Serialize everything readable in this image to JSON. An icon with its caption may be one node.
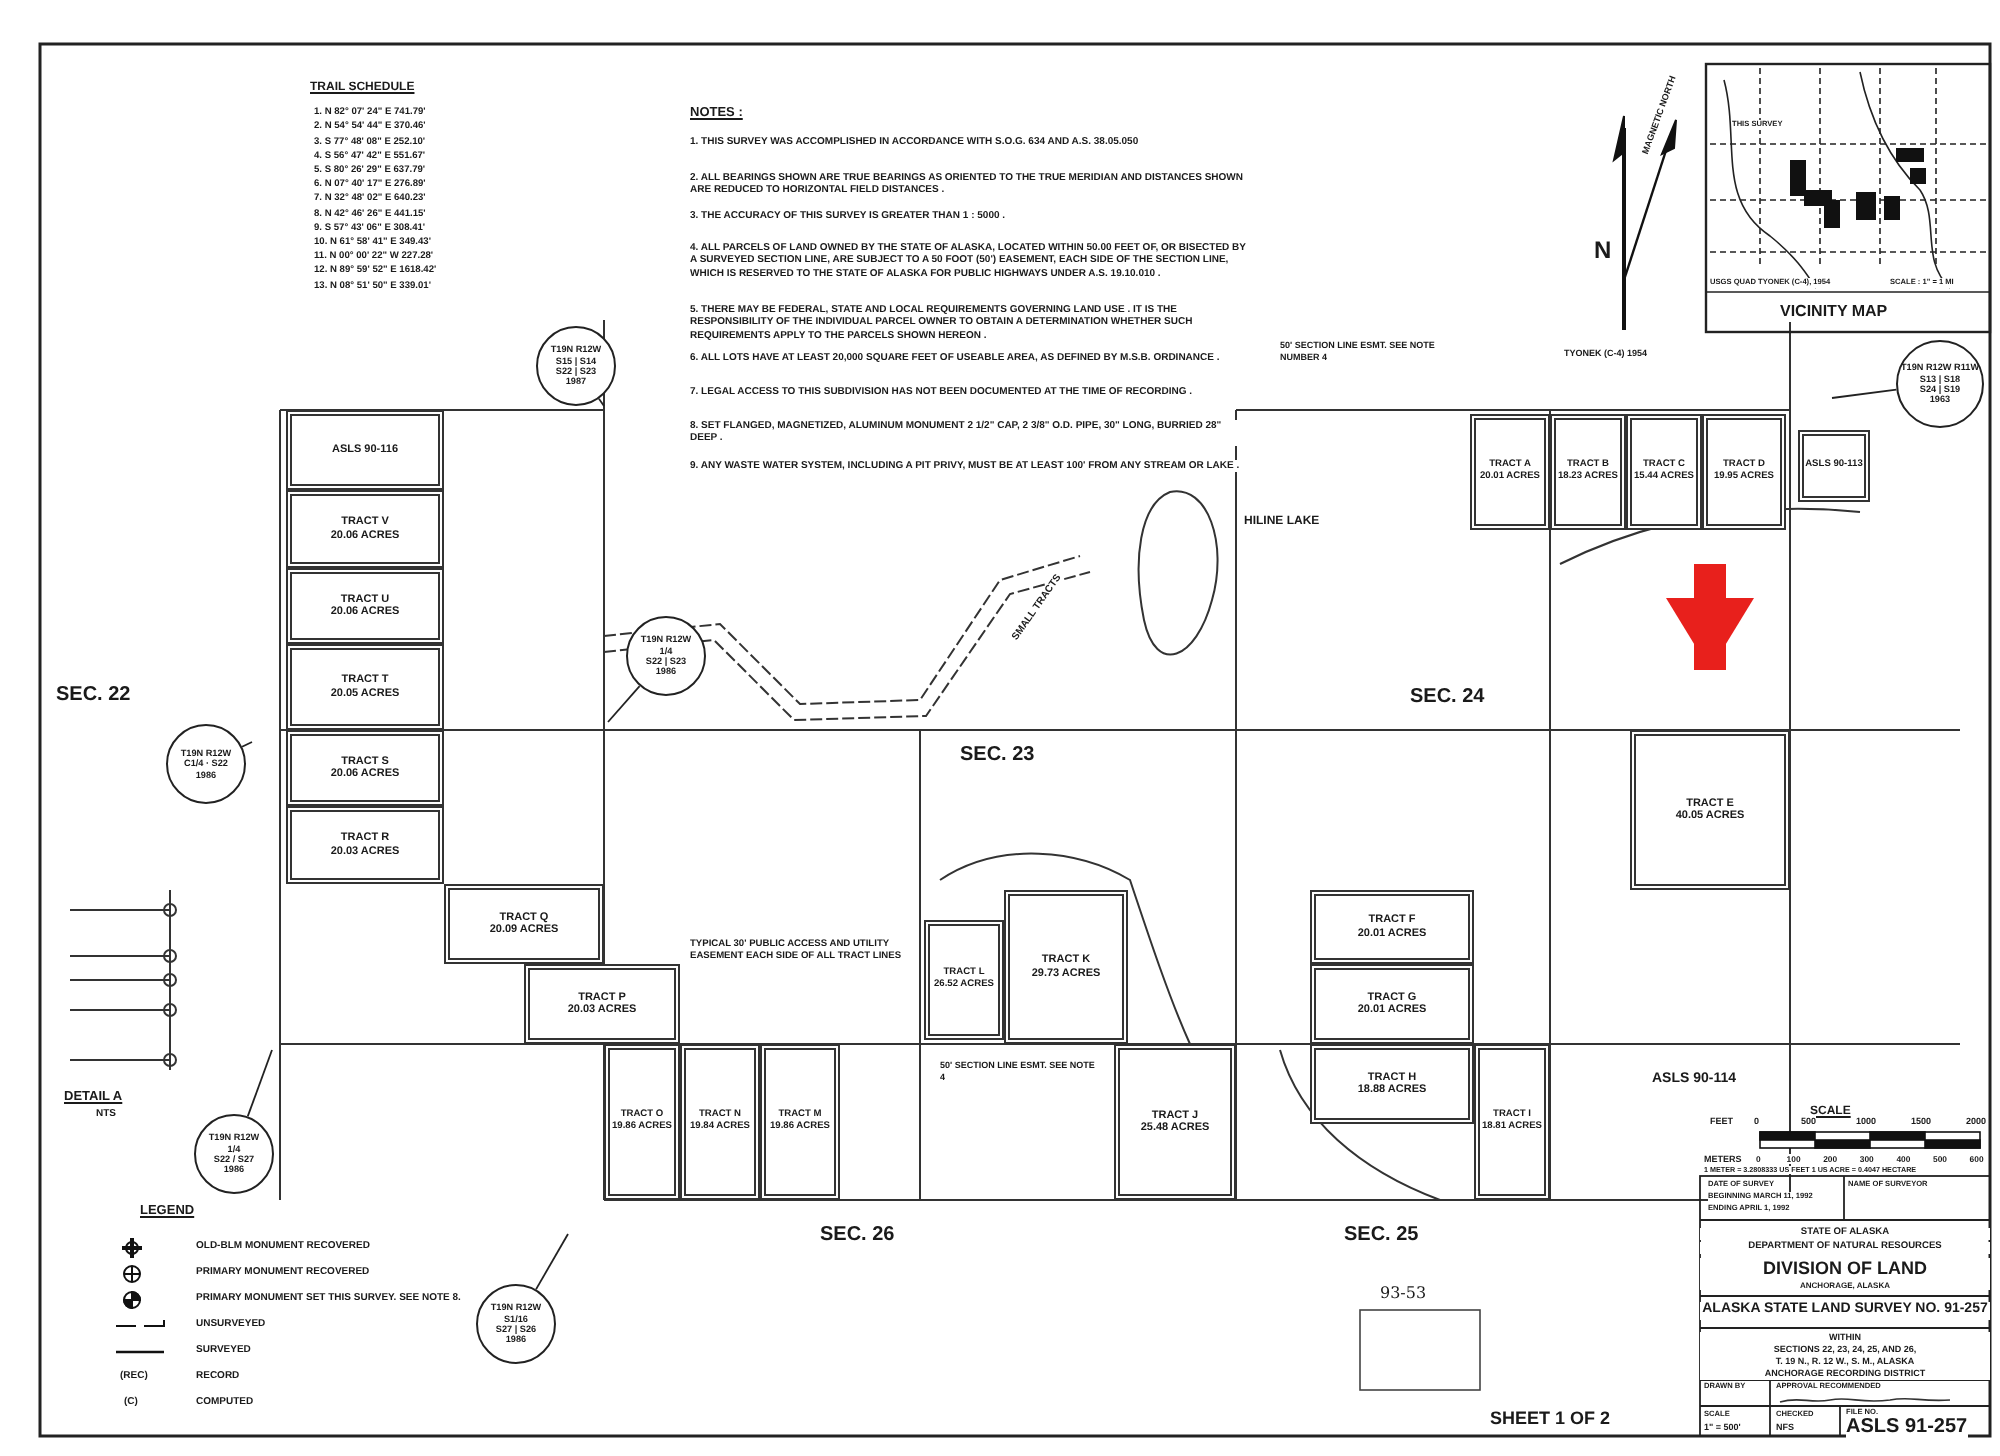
{
  "diagram": {
    "nodes": [
      {
        "text": [
          "ASLS 90-116"
        ]
      },
      {
        "text": [
          "TRACT V",
          "20.06 ACRES"
        ]
      },
      {
        "text": [
          "TRACT U",
          "20.06 ACRES"
        ]
      },
      {
        "text": [
          "TRACT T",
          "20.05 ACRES"
        ]
      },
      {
        "text": [
          "TRACT S",
          "20.06 ACRES"
        ]
      },
      {
        "text": [
          "TRACT R",
          "20.03 ACRES"
        ]
      },
      {
        "text": [
          "TRACT Q",
          "20.09 ACRES"
        ]
      },
      {
        "text": [
          "TRACT P",
          "20.03 ACRES"
        ]
      },
      {
        "text": [
          "TRACT O",
          "19.86 ACRES"
        ]
      },
      {
        "text": [
          "TRACT N",
          "19.84 ACRES"
        ]
      },
      {
        "text": [
          "TRACT M",
          "19.86 ACRES"
        ]
      },
      {
        "text": [
          "TRACT L",
          "26.52 ACRES"
        ]
      },
      {
        "text": [
          "TRACT K",
          "29.73 ACRES"
        ]
      },
      {
        "text": [
          "TRACT J",
          "25.48 ACRES"
        ]
      },
      {
        "text": [
          "TRACT F",
          "20.01 ACRES"
        ]
      },
      {
        "text": [
          "TRACT G",
          "20.01 ACRES"
        ]
      },
      {
        "text": [
          "TRACT H",
          "18.88 ACRES"
        ]
      },
      {
        "text": [
          "TRACT I",
          "18.81 ACRES"
        ]
      },
      {
        "text": [
          "TRACT E",
          "40.05 ACRES"
        ]
      },
      {
        "text": [
          "TRACT A",
          "20.01 ACRES"
        ]
      },
      {
        "text": [
          "TRACT B",
          "18.23 ACRES"
        ]
      },
      {
        "text": [
          "TRACT C",
          "15.44 ACRES"
        ]
      },
      {
        "text": [
          "TRACT D",
          "19.95 ACRES"
        ]
      },
      {
        "text": [
          "ASLS 90-113"
        ]
      },
      {
        "text": [
          "T19N R12W",
          "S15 | S14",
          "S22 | S23",
          "1987"
        ]
      },
      {
        "text": [
          "T19N R12W",
          "C1/4 · S22",
          "1986"
        ]
      },
      {
        "text": [
          "T19N R12W",
          "1/4",
          "S22 | S23",
          "1986"
        ]
      },
      {
        "text": [
          "T19N R12W",
          "1/4",
          "S22 / S27",
          "1986"
        ]
      },
      {
        "text": [
          "T19N R12W",
          "S1/16",
          "S27 | S26",
          "1986"
        ]
      },
      {
        "text": [
          "T19N R12W R11W",
          "S13 | S18",
          "S24 | S19",
          "1963"
        ]
      }
    ],
    "edges": [
      {
        "from": null,
        "to": 18,
        "arrow": "to",
        "style": "thick",
        "color": "#e8201c"
      },
      {
        "from": 24,
        "to": null,
        "arrow": "none"
      },
      {
        "from": 25,
        "to": null,
        "arrow": "none"
      },
      {
        "from": 26,
        "to": null,
        "arrow": "none"
      },
      {
        "from": 27,
        "to": null,
        "arrow": "none"
      },
      {
        "from": 28,
        "to": null,
        "arrow": "none"
      },
      {
        "from": 29,
        "to": null,
        "arrow": "none"
      }
    ],
    "labels": [
      "TRAIL SCHEDULE",
      "1. N 82° 07' 24\" E 741.79'",
      "2. N 54° 54' 44\" E 370.46'",
      "3. S 77° 48' 08\" E 252.10'",
      "4. S 56° 47' 42\" E 551.67'",
      "5. S 80° 26' 29\" E 637.79'",
      "6. N 07° 40' 17\" E 276.89'",
      "7. N 32° 48' 02\" E 640.23'",
      "8. N 42° 46' 26\" E 441.15'",
      "9. S 57° 43' 06\" E 308.41'",
      "10. N 61° 58' 41\" E 349.43'",
      "11. N 00° 00' 22\" W 227.28'",
      "12. N 89° 59' 52\" E 1618.42'",
      "13. N 08° 51' 50\" E 339.01'",
      "NOTES :",
      "1. THIS SURVEY WAS ACCOMPLISHED IN ACCORDANCE WITH S.O.G. 634 AND A.S. 38.05.050",
      "2. ALL BEARINGS SHOWN ARE TRUE BEARINGS AS ORIENTED TO THE TRUE MERIDIAN AND DISTANCES SHOWN ARE REDUCED TO HORIZONTAL FIELD DISTANCES .",
      "3. THE ACCURACY OF THIS SURVEY IS GREATER THAN 1 : 5000 .",
      "4. ALL PARCELS OF LAND OWNED BY THE STATE OF ALASKA, LOCATED WITHIN 50.00 FEET OF, OR BISECTED BY A SURVEYED SECTION LINE, ARE SUBJECT TO A 50 FOOT (50') EASEMENT, EACH SIDE OF THE SECTION LINE, WHICH IS RESERVED TO THE STATE OF ALASKA FOR PUBLIC HIGHWAYS UNDER A.S. 19.10.010 .",
      "5. THERE MAY BE FEDERAL, STATE AND LOCAL REQUIREMENTS GOVERNING LAND USE . IT IS THE RESPONSIBILITY OF THE INDIVIDUAL PARCEL OWNER TO OBTAIN A DETERMINATION WHETHER SUCH REQUIREMENTS APPLY TO THE PARCELS SHOWN HEREON .",
      "6. ALL LOTS HAVE AT LEAST 20,000 SQUARE FEET OF USEABLE AREA, AS DEFINED BY M.S.B. ORDINANCE .",
      "7. LEGAL ACCESS TO THIS SUBDIVISION HAS NOT BEEN DOCUMENTED AT THE TIME OF RECORDING .",
      "8. SET FLANGED, MAGNETIZED, ALUMINUM MONUMENT 2 1/2\" CAP, 2 3/8\" O.D. PIPE, 30\" LONG, BURRIED 28\" DEEP .",
      "9. ANY WASTE WATER SYSTEM, INCLUDING A PIT PRIVY, MUST BE AT LEAST 100' FROM ANY STREAM OR LAKE .",
      "N",
      "MAGNETIC NORTH",
      "VICINITY MAP",
      "USGS QUAD TYONEK (C-4), 1954",
      "SCALE : 1\" = 1 MI",
      "THIS SURVEY",
      "SEC. 22",
      "SEC. 23",
      "SEC. 24",
      "SEC. 26",
      "SEC. 25",
      "HILINE LAKE",
      "SMALL TRACTS",
      "50' SECTION LINE ESMT. SEE NOTE NUMBER 4",
      "TYONEK (C-4) 1954",
      "TYPICAL 30' PUBLIC ACCESS AND UTILITY EASEMENT EACH SIDE OF ALL TRACT LINES",
      "50' SECTION LINE ESMT. SEE NOTE 4",
      "DETAIL A",
      "NTS",
      "LEGEND",
      "SCALE",
      "FEET",
      "0",
      "500",
      "1000",
      "1500",
      "2000",
      "METERS",
      "0",
      "100",
      "200",
      "300",
      "400",
      "500",
      "600",
      "1 METER = 3.2808333 US FEET  1 US ACRE = 0.4047 HECTARE",
      "DATE OF SURVEY",
      "BEGINNING MARCH 11, 1992",
      "ENDING APRIL 1, 1992",
      "NAME OF SURVEYOR",
      "STATE OF ALASKA",
      "DEPARTMENT OF NATURAL RESOURCES",
      "DIVISION OF LAND",
      "ANCHORAGE, ALASKA",
      "ALASKA STATE LAND SURVEY NO. 91-257",
      "WITHIN",
      "SECTIONS 22, 23, 24, 25, AND 26,",
      "T. 19 N., R. 12 W., S. M., ALASKA",
      "ANCHORAGE RECORDING DISTRICT",
      "DRAWN BY",
      "APPROVAL RECOMMENDED",
      "SCALE",
      "1\" = 500'",
      "CHECKED",
      "NFS",
      "FILE NO.",
      "ASLS 91-257",
      "SHEET 1 OF 2",
      "93-53",
      "(REC)",
      "(C)",
      "ASLS 90-114"
    ],
    "legend": [
      {
        "text": "OLD-BLM MONUMENT RECOVERED"
      },
      {
        "text": "PRIMARY MONUMENT RECOVERED"
      },
      {
        "text": "PRIMARY MONUMENT SET THIS SURVEY. SEE NOTE 8."
      },
      {
        "text": "UNSURVEYED"
      },
      {
        "text": "SURVEYED"
      },
      {
        "text": "RECORD"
      },
      {
        "text": "COMPUTED"
      }
    ]
  }
}
